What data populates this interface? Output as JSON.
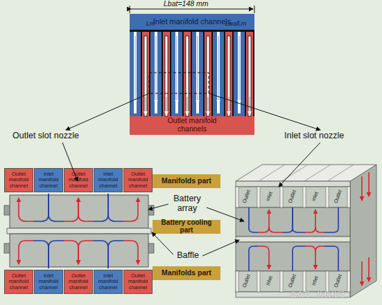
{
  "diagram": {
    "nodes": [
      {
        "text": [
          "Inlet manifold channels"
        ]
      },
      {
        "text": [
          "Outlet manifold channels"
        ]
      },
      {
        "text": [
          "Outlet manifold channel"
        ]
      },
      {
        "text": [
          "Inlet manifold channel"
        ]
      },
      {
        "text": [
          "Outlet manifold channel"
        ]
      },
      {
        "text": [
          "Inlet manifold channel"
        ]
      },
      {
        "text": [
          "Outlet manifold channel"
        ]
      },
      {
        "text": [
          "Manifolds part"
        ]
      },
      {
        "text": [
          "Battery cooling part"
        ]
      },
      {
        "text": [
          "Manifolds part"
        ]
      },
      {
        "text": [
          "Outlet manifold channel"
        ]
      },
      {
        "text": [
          "Inlet manifold channel"
        ]
      },
      {
        "text": [
          "Outlet manifold channel"
        ]
      },
      {
        "text": [
          "Inlet manifold channel"
        ]
      },
      {
        "text": [
          "Outlet manifold channel"
        ]
      }
    ],
    "labels": [
      "Lbat=148 mm",
      "Lm",
      "Lwall,m",
      "Outlet slot nozzle",
      "Inlet slot nozzle",
      "Battery array",
      "Baffle",
      "Outlet",
      "Inlet",
      "Outlet",
      "Inlet",
      "Outlet",
      "Outlet",
      "Inlet",
      "Outlet",
      "Inlet",
      "Outlet",
      "公众号 · 热机札记"
    ]
  }
}
